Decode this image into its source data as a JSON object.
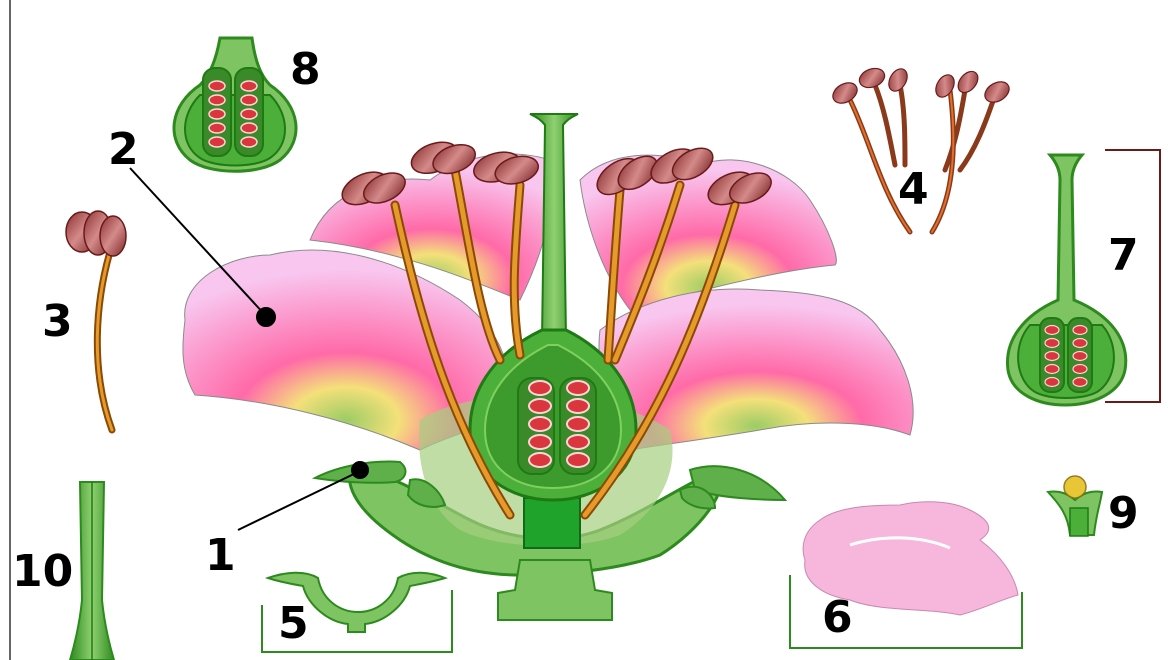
{
  "diagram": {
    "labels": [
      "1",
      "2",
      "3",
      "4",
      "5",
      "6",
      "7",
      "8",
      "9",
      "10"
    ]
  },
  "colors": {
    "petal": "#f7c0ee",
    "petal_center": "#ff6ab0",
    "green_dark": "#2d8a1e",
    "green_light": "#7fc463",
    "green_mid": "#4caf3a",
    "filament": "#d87a12",
    "anther": "#b45a5a",
    "ovule": "#d9363e",
    "bracket": "#6b1a1a"
  }
}
